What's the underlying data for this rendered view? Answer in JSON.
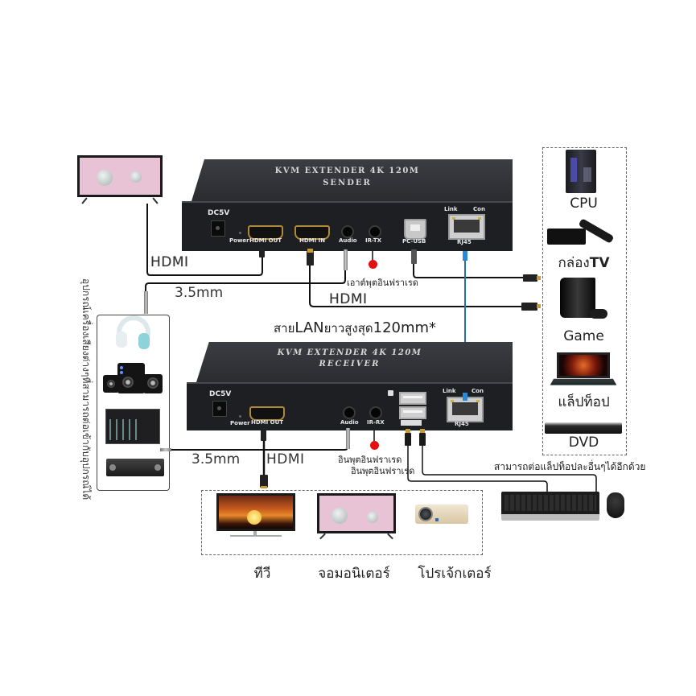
{
  "sender": {
    "title": "KVM EXTENDER 4K 120M",
    "subtitle": "SENDER",
    "ports": {
      "dc": "DC5V",
      "power": "Power",
      "hdmi_out": "HDMI OUT",
      "hdmi_in": "HDMI IN",
      "audio": "Audio",
      "ir": "IR-TX",
      "usb": "PC-USB",
      "rj45": "RJ45",
      "link": "Link",
      "con": "Con"
    }
  },
  "receiver": {
    "title": "KVM EXTENDER 4K 120M",
    "subtitle": "RECEIVER",
    "ports": {
      "dc": "DC5V",
      "power": "Power",
      "hdmi_out": "HDMI OUT",
      "audio": "Audio",
      "ir": "IR-RX",
      "rj45": "RJ45",
      "link": "Link",
      "con": "Con"
    }
  },
  "labels": {
    "hdmi_top": "HDMI",
    "mm_top": "3.5mm",
    "hdmi_mid": "HDMI",
    "ir_out": "เอาต์พุตอินฟราเรด",
    "lan_prefix": "สาย",
    "lan_mid": "LAN",
    "lan_thai": "ยาวสูงสุด",
    "lan_len": "120mm*",
    "mm_bottom": "3.5mm",
    "hdmi_bottom": "HDMI",
    "ir_in_1": "อินพุตอินฟราเรด",
    "ir_in_2": "อินพุตอินฟราเรด",
    "laptop_note": "สามารถต่อแล็ปท็อปละอื่นๆได้อีกด้วย",
    "audio_note": "อุปกรณ์เครื่องเสียงต่างๆที่สามารถต่อเข้ากับอุปกรณ์ได้"
  },
  "sources": [
    {
      "icon": "cpu-tower",
      "label": "CPU"
    },
    {
      "icon": "tv-box",
      "label_thai": "กล่อง",
      "label_bold": "TV"
    },
    {
      "icon": "game-console",
      "label": "Game"
    },
    {
      "icon": "laptop",
      "label": "แล็ปท็อป"
    },
    {
      "icon": "dvd-player",
      "label": "DVD"
    }
  ],
  "displays": [
    {
      "icon": "tv",
      "label": "ทีวี"
    },
    {
      "icon": "monitor",
      "label": "จอมอนิเตอร์"
    },
    {
      "icon": "projector",
      "label": "โปรเจ้กเตอร์"
    }
  ],
  "audio_devices": [
    "headphones",
    "speakers",
    "mixer",
    "amplifier"
  ],
  "colors": {
    "lan_cable": "#2a6cb3",
    "ir_emitter": "#e3100f",
    "device_body": "#1e1f22"
  }
}
